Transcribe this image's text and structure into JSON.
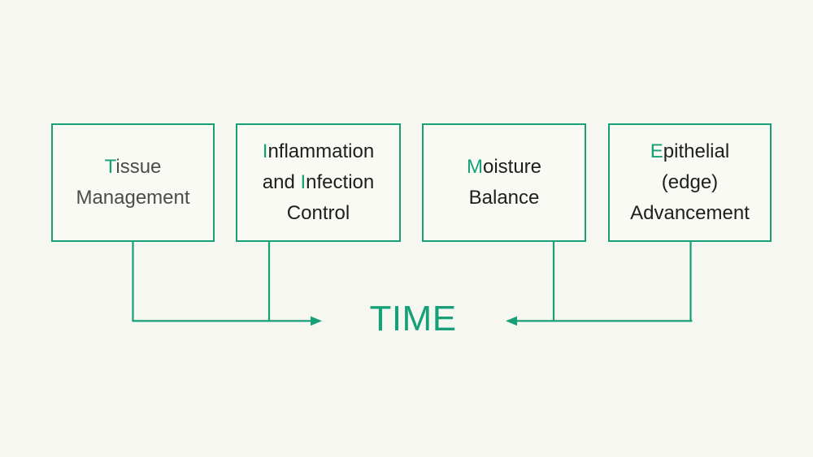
{
  "palette": {
    "accent": "#16a077",
    "background": "#f5f7f0",
    "box_fill": "#f8faf3",
    "text_dark": "#1e1e1e",
    "text_gray": "#4c4c4c"
  },
  "boxes": [
    {
      "id": "tissue-management",
      "lines": [
        {
          "segments": [
            {
              "text": "T",
              "highlight": true
            },
            {
              "text": "issue",
              "highlight": false
            }
          ]
        },
        {
          "segments": [
            {
              "text": "Management",
              "highlight": false
            }
          ]
        }
      ]
    },
    {
      "id": "inflammation-infection-control",
      "lines": [
        {
          "segments": [
            {
              "text": "I",
              "highlight": true
            },
            {
              "text": "nflammation",
              "highlight": false
            }
          ]
        },
        {
          "segments": [
            {
              "text": "and ",
              "highlight": false
            },
            {
              "text": "I",
              "highlight": true
            },
            {
              "text": "nfection",
              "highlight": false
            }
          ]
        },
        {
          "segments": [
            {
              "text": "Control",
              "highlight": false
            }
          ]
        }
      ]
    },
    {
      "id": "moisture-balance",
      "lines": [
        {
          "segments": [
            {
              "text": "M",
              "highlight": true
            },
            {
              "text": "oisture",
              "highlight": false
            }
          ]
        },
        {
          "segments": [
            {
              "text": "Balance",
              "highlight": false
            }
          ]
        }
      ]
    },
    {
      "id": "epithelial-edge-advancement",
      "lines": [
        {
          "segments": [
            {
              "text": "E",
              "highlight": true
            },
            {
              "text": "pithelial",
              "highlight": false
            }
          ]
        },
        {
          "segments": [
            {
              "text": "(edge)",
              "highlight": false
            }
          ]
        },
        {
          "segments": [
            {
              "text": "Advancement",
              "highlight": false
            }
          ]
        }
      ]
    }
  ],
  "timeline": {
    "label": "TIME"
  },
  "icons": {
    "left_group_arrow": "arrow-right",
    "right_group_arrow": "arrow-left"
  }
}
